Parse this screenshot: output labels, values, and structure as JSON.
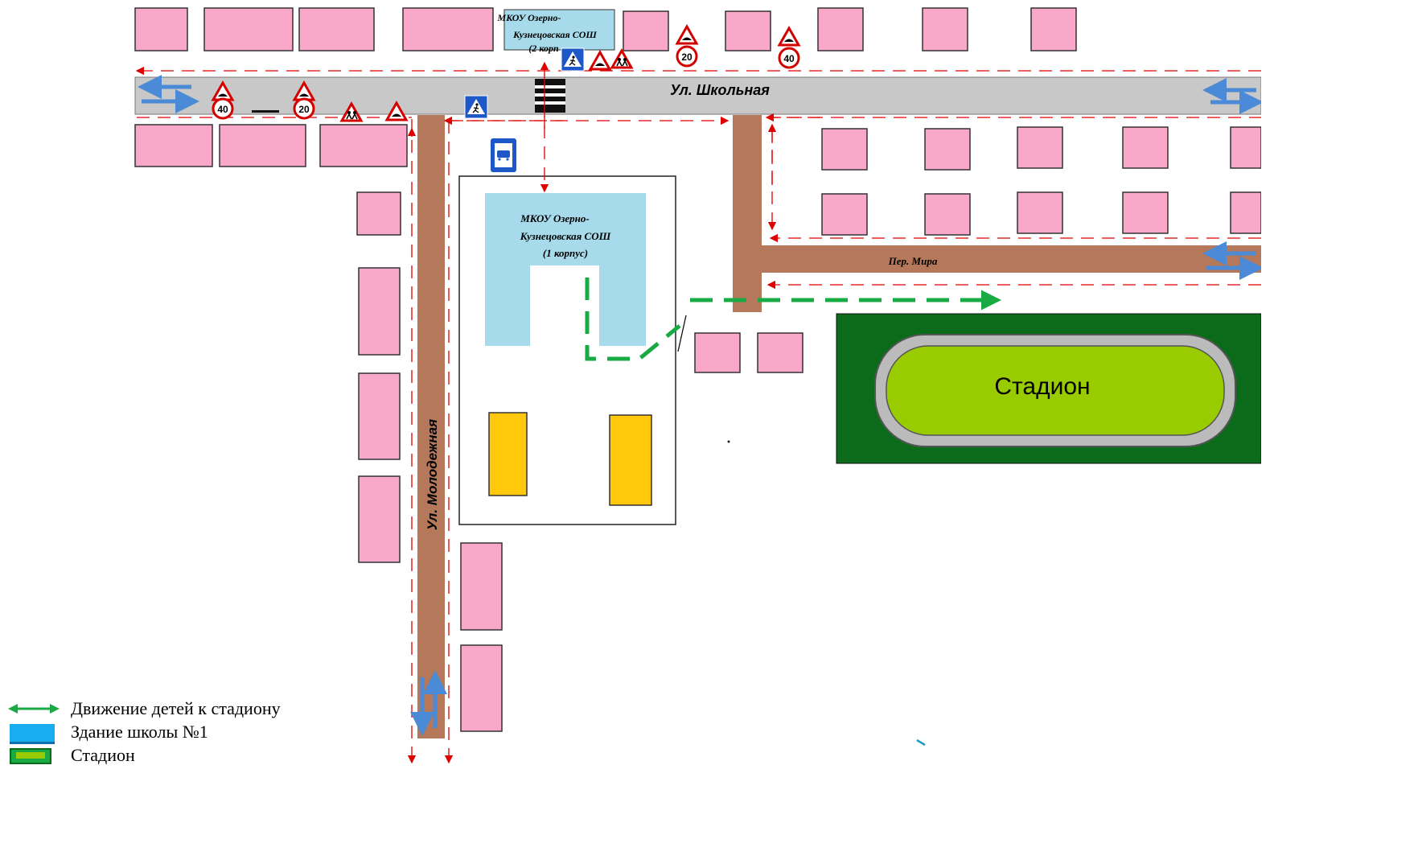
{
  "school_1": {
    "line1": "МКОУ Озерно-",
    "line2": "Кузнецовская СОШ",
    "line3": "(1 корпус)"
  },
  "school_2": {
    "line1": "МКОУ Озерно-",
    "line2": "Кузнецовская СОШ",
    "line3": "(2 корп"
  },
  "streets": {
    "shkolnaya": "Ул. Школьная",
    "molodezhnaya": "Ул. Молодежная",
    "mira": "Пер. Мира"
  },
  "stadium": {
    "label": "Стадион"
  },
  "signs": {
    "speed_40": "40",
    "speed_20": "20",
    "icons": [
      "speed-bump-warning-sign",
      "children-warning-sign",
      "pedestrian-crossing-sign",
      "bus-stop-sign",
      "speed-limit-sign"
    ]
  },
  "legend": {
    "items": [
      {
        "label": "Движение детей к стадиону",
        "icon": "green-double-arrow"
      },
      {
        "label": "Здание школы №1",
        "icon": "blue-rect"
      },
      {
        "label": "Стадион",
        "icon": "green-rect"
      }
    ]
  },
  "colors": {
    "house": "#f9a8c9",
    "school": "#a7dbeb",
    "road": "#c8c8c8",
    "dirt_road": "#b5785a",
    "stadium_outer": "#0b6b1b",
    "stadium_field": "#98cc00",
    "route": "#1aaa44",
    "traffic": "#e00000",
    "flow_arrow": "#4a8ad6",
    "garage": "#ffc80a"
  }
}
